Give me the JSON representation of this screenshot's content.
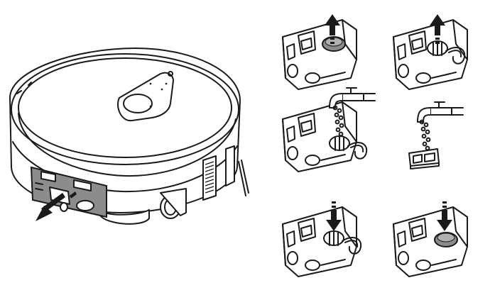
{
  "illustration": {
    "robot": {
      "icon": "robot-vacuum-icon",
      "action": "pull-out-arrow-icon"
    },
    "steps": [
      {
        "id": "step-1",
        "icon": "tank-remove-filter-icon",
        "arrow": "up"
      },
      {
        "id": "step-2",
        "icon": "tank-remove-filter-opened-icon",
        "arrow": "up"
      },
      {
        "id": "step-3",
        "icon": "tank-rinse-under-tap-icon",
        "arrow": "none"
      },
      {
        "id": "step-4",
        "icon": "filter-rinse-under-tap-icon",
        "arrow": "none"
      },
      {
        "id": "step-5",
        "icon": "tank-reinsert-filter-icon",
        "arrow": "down"
      },
      {
        "id": "step-6",
        "icon": "tank-reinsert-filter-closed-icon",
        "arrow": "down"
      }
    ],
    "colors": {
      "line": "#1a1a1a",
      "panel": "#8c8c8c",
      "filter": "#c8c8c8",
      "background": "#ffffff"
    }
  }
}
